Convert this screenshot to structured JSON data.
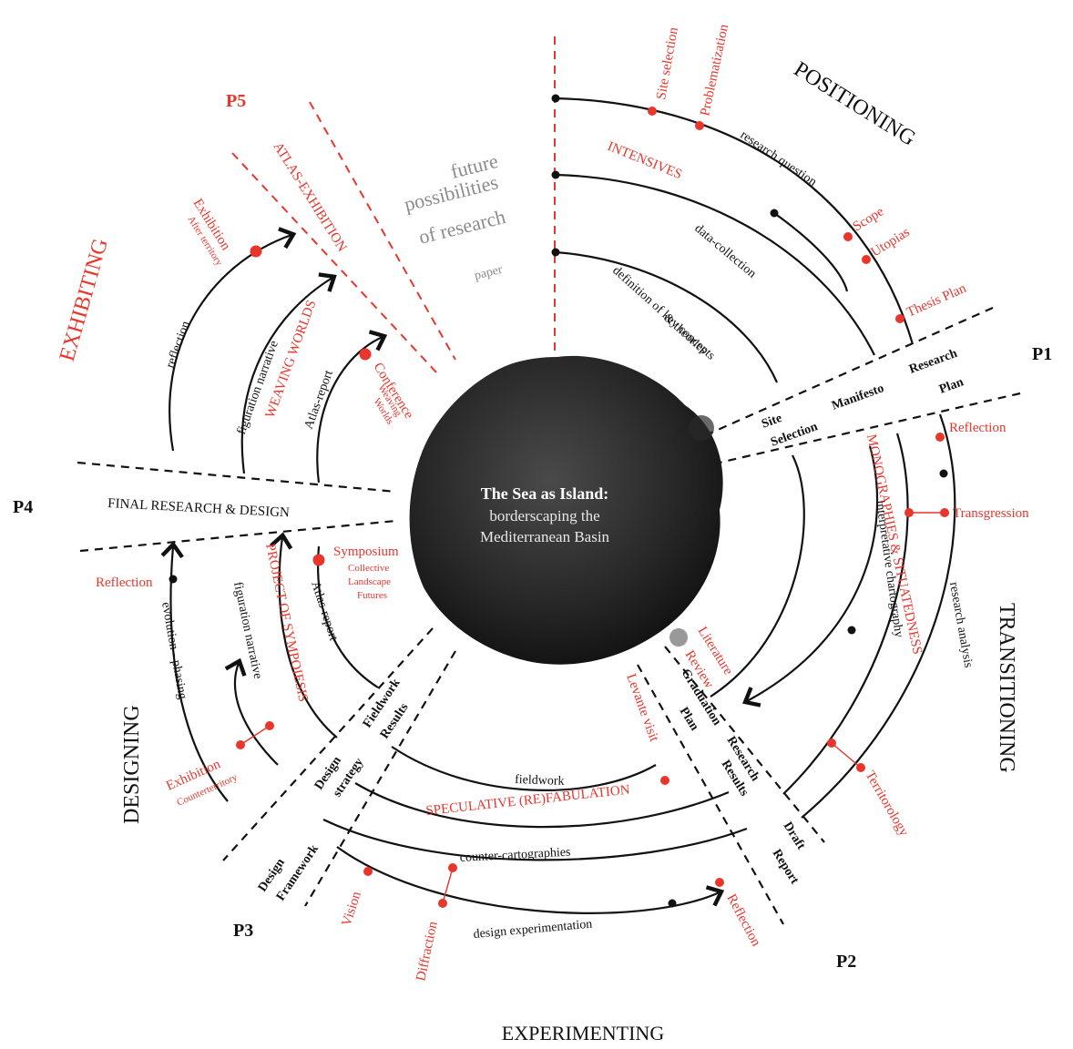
{
  "center": {
    "title": "The Sea as Island:",
    "line2": "borderscaping the",
    "line3": "Mediterranean Basin"
  },
  "phases": {
    "positioning": "POSITIONING",
    "transitioning": "TRANSITIONING",
    "experimenting": "EXPERIMENTING",
    "designing": "DESIGNING",
    "exhibiting": "EXHIBITING"
  },
  "milestones": {
    "p1": "P1",
    "p2": "P2",
    "p3": "P3",
    "p4": "P4",
    "p5": "P5"
  },
  "future": {
    "l1": "future",
    "l2": "possibilities",
    "l3": "of research",
    "paper": "paper"
  },
  "positioning": {
    "site_selection": "Site selection",
    "problematization": "Problematization",
    "research_question": "research question",
    "intensives": "INTENSIVES",
    "scope": "Scope",
    "utopias": "Utopias",
    "thesis_plan": "Thesis Plan",
    "data_collection": "data-collection",
    "def1": "definition of key concepts",
    "def2": "& theories"
  },
  "p1_labels": {
    "site": "Site",
    "selection": "Selection",
    "manifesto": "Manifesto",
    "research": "Research",
    "plan": "Plan"
  },
  "transitioning": {
    "reflection": "Reflection",
    "transgression": "Transgression",
    "monographies": "MONOGRAPHIES & SITUATEDNESS",
    "interpretative": "interpretative chartography",
    "research_analysis": "research analysis",
    "literature": "Literature",
    "review": "Review",
    "territorology": "Territorology"
  },
  "p2_labels": {
    "graduation": "Graduation",
    "plan": "Plan",
    "research": "Research",
    "results": "Results",
    "draft": "Draft",
    "report": "Report"
  },
  "experimenting": {
    "levante": "Levante visit",
    "fieldwork": "fieldwork",
    "speculative": "SPECULATIVE (RE)FABULATION",
    "counter": "counter-cartographies",
    "design_exp": "design experimentation",
    "vision": "Vision",
    "diffraction": "Diffraction",
    "reflection": "Reflection"
  },
  "p3_labels": {
    "design": "Design",
    "framework": "Framework",
    "strategy": "strategy",
    "fieldwork": "Fieldwork",
    "results": "Results"
  },
  "designing": {
    "reflection": "Reflection",
    "evolution": "evolution - phasing",
    "figuration": "figuration narrative",
    "sympoiesis": "PROJECT OF SYMPOIESIS",
    "atlas_report": "Atlas-report",
    "exhibition": "Exhibition",
    "counterterritory": "Counterterritory",
    "symposium": "Symposium",
    "collective": "Collective",
    "landscape": "Landscape",
    "futures": "Futures"
  },
  "p4_label": "FINAL RESEARCH & DESIGN",
  "exhibiting": {
    "atlas_exhibition": "ATLAS-EXHIBITION",
    "exhibition": "Exhibition",
    "after_territory": "After territory",
    "reflection": "reflection",
    "figuration": "figuration narrative",
    "weaving": "WEAVING WORLDS",
    "atlas_report": "Atlas-report",
    "conference": "Conference",
    "weaving_small": "Weaving",
    "worlds": "Worlds"
  },
  "colors": {
    "accent": "#e8362d",
    "ink": "#111111",
    "muted": "#8c8c8c"
  }
}
